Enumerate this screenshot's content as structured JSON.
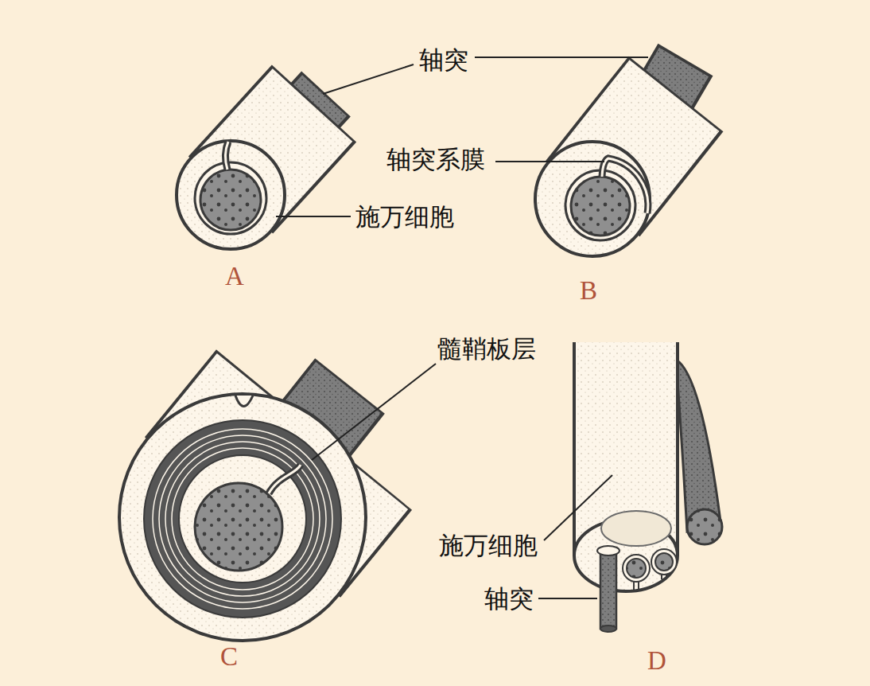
{
  "diagram": {
    "labels": [
      "轴突",
      "轴突系膜",
      "施万细胞",
      "髓鞘板层",
      "施万细胞",
      "轴突",
      "A",
      "B",
      "C",
      "D"
    ]
  }
}
